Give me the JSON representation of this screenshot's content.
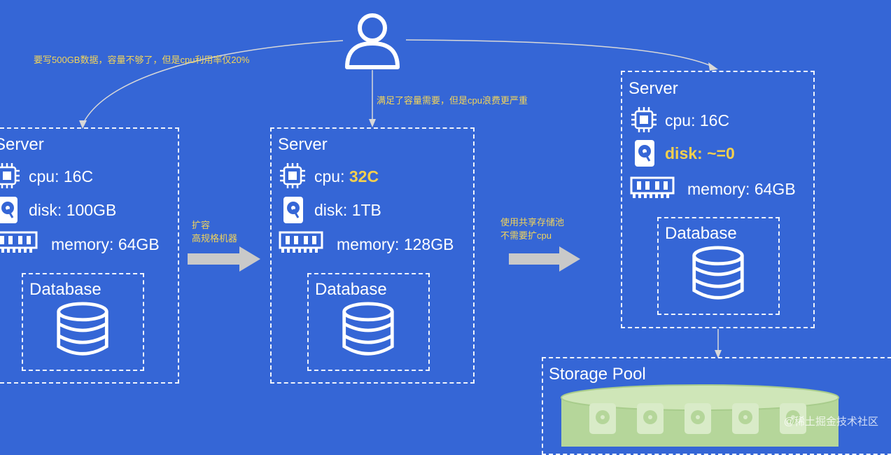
{
  "notes": {
    "left": "要写500GB数据，容量不够了，但是cpu利用率仅20%",
    "middle": "满足了容量需要，但是cpu浪费更严重",
    "scale_up_line1": "扩容",
    "scale_up_line2": "高规格机器",
    "shared_line1": "使用共享存储池",
    "shared_line2": "不需要扩cpu"
  },
  "servers": [
    {
      "title": "Server",
      "cpu_label": "cpu: ",
      "cpu_value": "16C",
      "disk_label": "disk: ",
      "disk_value": "100GB",
      "memory": "memory: 64GB",
      "db": "Database"
    },
    {
      "title": "Server",
      "cpu_label": "cpu: ",
      "cpu_value": "32C",
      "disk_label": "disk: ",
      "disk_value": "1TB",
      "memory": "memory: 128GB",
      "db": "Database"
    },
    {
      "title": "Server",
      "cpu_label": "cpu: ",
      "cpu_value": "16C",
      "disk_label": "disk: ",
      "disk_value": "~=0",
      "memory": "memory: 64GB",
      "db": "Database"
    }
  ],
  "storage_pool": {
    "title": "Storage Pool",
    "disk_count": 5
  },
  "watermark": "@稀土掘金技术社区",
  "colors": {
    "background": "#3566d6",
    "highlight": "#f4cf4d",
    "arrow": "#c9c9c9",
    "pool": "#bcd9a3"
  },
  "icons": [
    "user-icon",
    "cpu-chip-icon",
    "hard-disk-icon",
    "memory-stick-icon",
    "database-icon",
    "arrow-right-icon"
  ]
}
